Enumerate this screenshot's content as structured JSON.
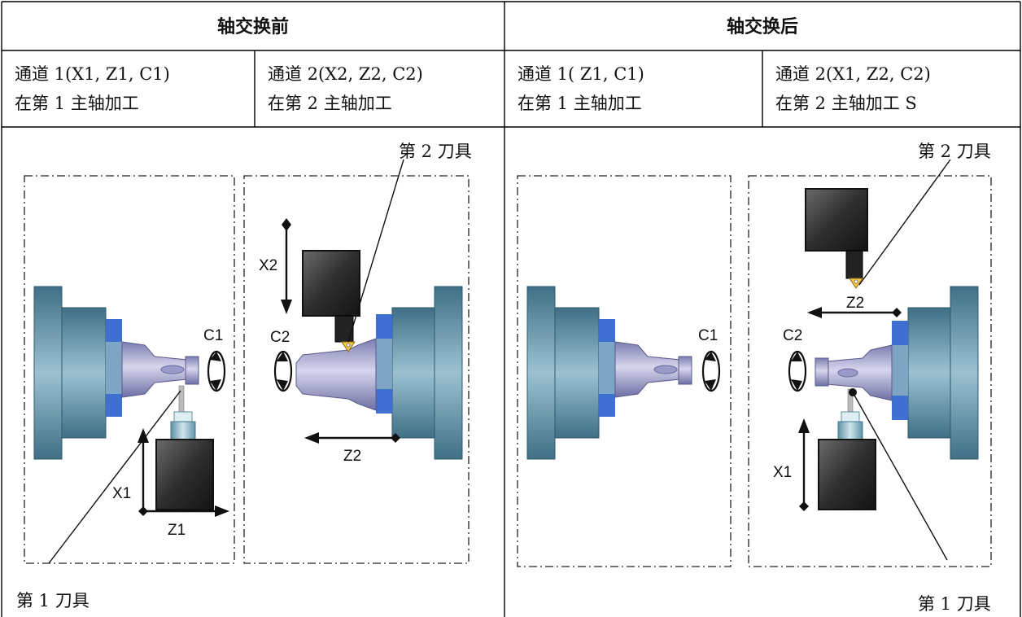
{
  "headers": {
    "before": "轴交换前",
    "after": "轴交换后"
  },
  "cells": {
    "before_ch1_line1": "通道 1(X1, Z1, C1)",
    "before_ch1_line2": "在第 1 主轴加工",
    "before_ch2_line1": "通道 2(X2, Z2, C2)",
    "before_ch2_line2": "在第 2 主轴加工",
    "after_ch1_line1": "通道 1( Z1, C1)",
    "after_ch1_line2": "在第 1 主轴加工",
    "after_ch2_line1": "通道 2(X1, Z2, C2)",
    "after_ch2_line2": "在第 2 主轴加工 S"
  },
  "captions": {
    "before_tool2": "第 2 刀具",
    "before_tool1": "第 1 刀具",
    "after_tool2": "第 2 刀具",
    "after_tool1": "第 1 刀具"
  },
  "axes": {
    "before": {
      "x1": "X1",
      "z1": "Z1",
      "c1": "C1",
      "x2": "X2",
      "z2": "Z2",
      "c2": "C2"
    },
    "after": {
      "c1": "C1",
      "c2": "C2",
      "z2": "Z2",
      "x1": "X1"
    }
  },
  "colors": {
    "chuck_blue": "#6f9fb5",
    "chuck_dark": "#4b7d95",
    "jaw_blue": "#3f6fd0",
    "spindle_lav": "#a9a9d2",
    "tool_block": "#3a3a3a",
    "tool_insert": "#f2c94c"
  }
}
